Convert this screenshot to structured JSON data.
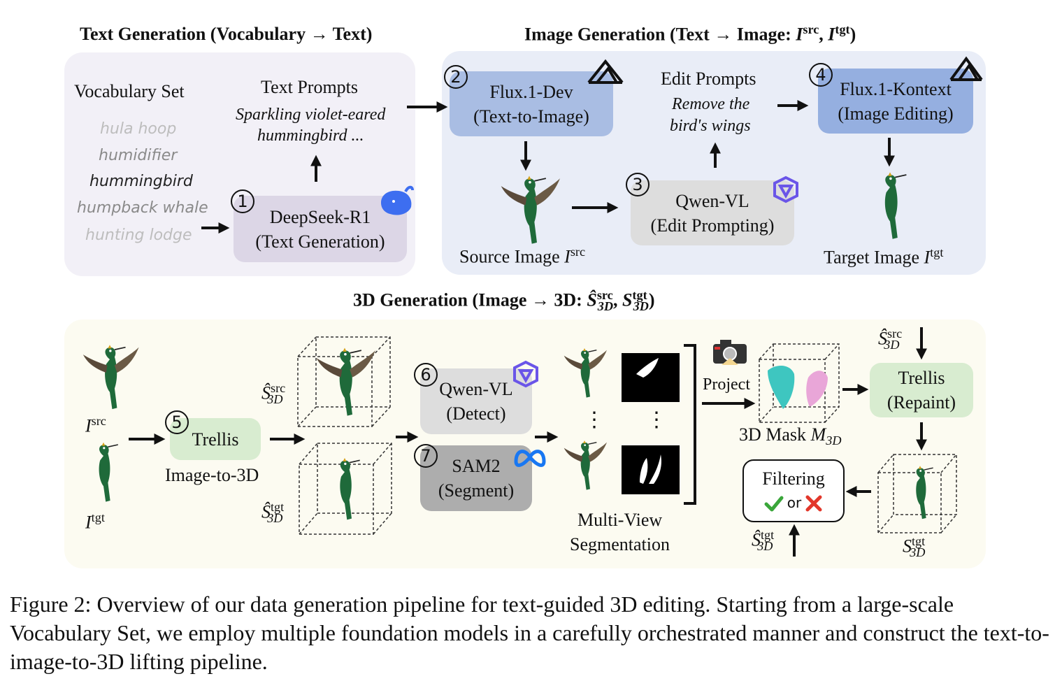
{
  "text_generation": {
    "title": "Text Generation (Vocabulary → Text)",
    "vocab_header": "Vocabulary Set",
    "vocab_items": [
      "hula hoop",
      "humidifier",
      "hummingbird",
      "humpback whale",
      "hunting lodge"
    ],
    "prompts_header": "Text Prompts",
    "prompt_example_line1": "Sparkling violet-eared",
    "prompt_example_line2": "hummingbird ...",
    "step_num": "1",
    "box_line1": "DeepSeek-R1",
    "box_line2": "(Text Generation)"
  },
  "image_generation": {
    "title_prefix": "Image Generation (Text → Image: ",
    "title_suffix": ")",
    "flux_dev_num": "2",
    "flux_dev_line1": "Flux.1-Dev",
    "flux_dev_line2": "(Text-to-Image)",
    "edit_prompts_header": "Edit Prompts",
    "edit_example_line1": "Remove the",
    "edit_example_line2": "bird's wings",
    "kontext_num": "4",
    "kontext_line1": "Flux.1-Kontext",
    "kontext_line2": "(Image Editing)",
    "qwen_num": "3",
    "qwen_line1": "Qwen-VL",
    "qwen_line2": "(Edit Prompting)",
    "source_label": "Source Image ",
    "target_label": "Target Image "
  },
  "generation_3d": {
    "title_prefix": "3D Generation (Image → 3D: ",
    "title_suffix": ")",
    "trellis_num": "5",
    "trellis_label": "Trellis",
    "image_to_3d_label": "Image-to-3D",
    "qwen_detect_num": "6",
    "qwen_detect_line1": "Qwen-VL",
    "qwen_detect_line2": "(Detect)",
    "sam_num": "7",
    "sam_line1": "SAM2",
    "sam_line2": "(Segment)",
    "multiview_line1": "Multi-View",
    "multiview_line2": "Segmentation",
    "project_label": "Project",
    "mask_label": "3D Mask ",
    "repaint_line1": "Trellis",
    "repaint_line2": "(Repaint)",
    "filtering_label": "Filtering",
    "filtering_or": "or",
    "dots": "⋮"
  },
  "math": {
    "I": "I",
    "src": "src",
    "tgt": "tgt",
    "S": "S",
    "S_hat": "Ŝ",
    "sub3d": "3D",
    "M": "M",
    "comma": ", "
  },
  "caption": "Figure 2: Overview of our data generation pipeline for text-guided 3D editing. Starting from a large-scale Vocabulary Set, we employ multiple foundation models in a carefully orchestrated manner and construct the text-to-image-to-3D lifting pipeline.",
  "colors": {
    "text_panel": "#f2f0f7",
    "image_panel": "#e9edf7",
    "d3_panel": "#fcfbf1",
    "deepseek_box": "#dcd6e6",
    "flux_box": "#a9bde3",
    "kontext_box": "#95afe0",
    "qwen_box": "#dddddd",
    "trellis_box": "#d8ecd0",
    "sam_box": "#adadad",
    "check": "#3aa63a",
    "cross": "#e2372b",
    "bird_green": "#1f6a3a"
  },
  "icons": [
    "deepseek-whale-icon",
    "flux-logo-icon",
    "qwen-logo-icon",
    "meta-logo-icon",
    "camera-icon",
    "check-icon",
    "cross-icon"
  ]
}
